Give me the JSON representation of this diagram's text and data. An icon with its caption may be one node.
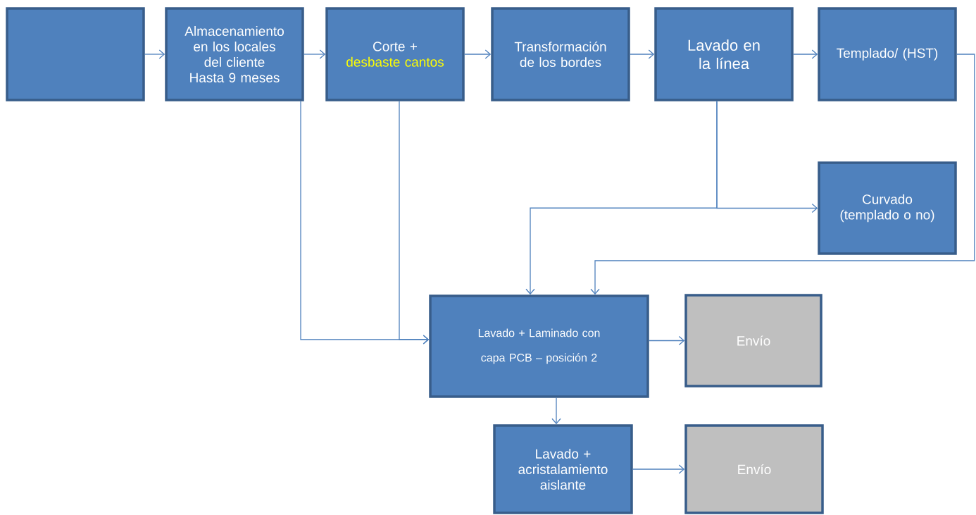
{
  "diagram": {
    "nodes": [
      {
        "text": [],
        "shape": "box"
      },
      {
        "text": [
          "Almacenamiento en los locales del cliente Hasta 9 meses"
        ]
      },
      {
        "text": [
          "Corte +",
          "desbaste cantos"
        ]
      },
      {
        "text": [
          "Transformación de los bordes"
        ]
      },
      {
        "text": [
          "Lavado en la línea"
        ]
      },
      {
        "text": [
          "Templado/ (HST)"
        ]
      },
      {
        "text": [
          "Curvado (templado o no)"
        ]
      },
      {
        "text": [
          "Lavado + Laminado con capa PCB – posición 2"
        ]
      },
      {
        "text": [
          "Envío"
        ]
      },
      {
        "text": [
          "Lavado + acristalamiento aislante"
        ]
      },
      {
        "text": [
          "Envío"
        ]
      }
    ],
    "edges": [
      {
        "from": 0,
        "to": 1,
        "arrow": "to"
      },
      {
        "from": 1,
        "to": 2,
        "arrow": "to"
      },
      {
        "from": 2,
        "to": 3,
        "arrow": "to"
      },
      {
        "from": 3,
        "to": 4,
        "arrow": "to"
      },
      {
        "from": 4,
        "to": 5,
        "arrow": "to"
      },
      {
        "from": 1,
        "to": 7,
        "arrow": "to"
      },
      {
        "from": 2,
        "to": 7,
        "arrow": "to"
      },
      {
        "from": 4,
        "to": 6,
        "arrow": "to"
      },
      {
        "from": 4,
        "to": 7,
        "arrow": "to"
      },
      {
        "from": 5,
        "to": 7,
        "arrow": "to"
      },
      {
        "from": 7,
        "to": 8,
        "arrow": "to"
      },
      {
        "from": 7,
        "to": 9,
        "arrow": "to"
      },
      {
        "from": 9,
        "to": 10,
        "arrow": "to"
      }
    ]
  }
}
